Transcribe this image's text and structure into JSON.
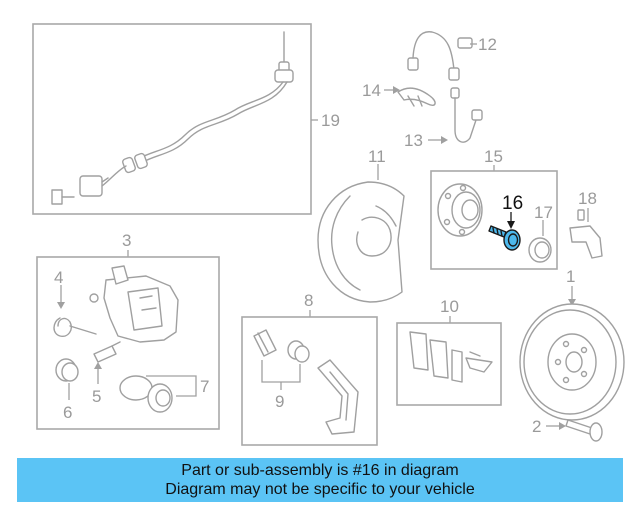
{
  "callouts": {
    "c1": "1",
    "c2": "2",
    "c3": "3",
    "c4": "4",
    "c5": "5",
    "c6": "6",
    "c7": "7",
    "c8": "8",
    "c9": "9",
    "c10": "10",
    "c11": "11",
    "c12": "12",
    "c13": "13",
    "c14": "14",
    "c15": "15",
    "c16": "16",
    "c17": "17",
    "c18": "18",
    "c19": "19"
  },
  "highlighted_part": "16",
  "colors": {
    "highlight": "#4db8ec",
    "banner": "#5bc4f5",
    "linework": "#a0a0a0"
  },
  "banner": {
    "line1": "Part or sub-assembly is #16 in diagram",
    "line2": "Diagram may not be specific to your vehicle"
  }
}
